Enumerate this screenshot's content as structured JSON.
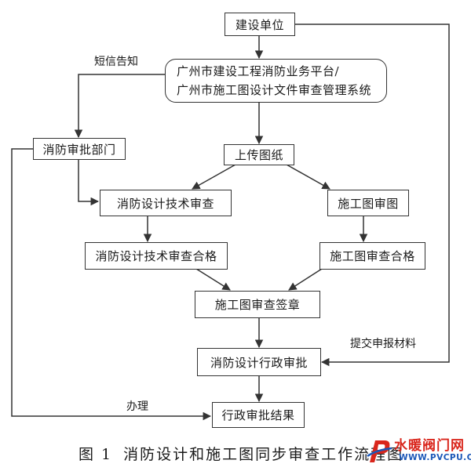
{
  "nodes": {
    "construction_unit": "建设单位",
    "platform_line1": "广州市建设工程消防业务平台/",
    "platform_line2": "广州市施工图设计文件审查管理系统",
    "fire_approval_dept": "消防审批部门",
    "upload_drawings": "上传图纸",
    "fire_tech_review": "消防设计技术审查",
    "construction_drawing_review": "施工图审图",
    "fire_tech_review_pass": "消防设计技术审查合格",
    "construction_drawing_review_pass": "施工图审查合格",
    "review_seal": "施工图审查签章",
    "fire_admin_approval": "消防设计行政审批",
    "admin_approval_result": "行政审批结果"
  },
  "edge_labels": {
    "sms_notice": "短信告知",
    "submit_materials": "提交申报材料",
    "handle": "办理"
  },
  "caption": {
    "number": "图 1",
    "text": "消防设计和施工图同步审查工作流程图"
  },
  "watermark": {
    "name": "水暖阀门网",
    "url": "WWW.PVCPU.COM",
    "colors": {
      "red": "#d9261c",
      "blue": "#1a57b8"
    }
  }
}
